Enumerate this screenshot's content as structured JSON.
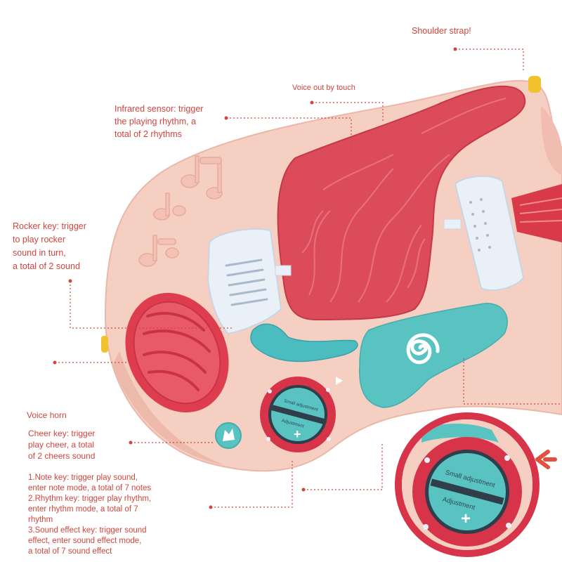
{
  "callouts": {
    "shoulder_strap": "Shoulder strap!",
    "voice_touch": "Voice out by touch",
    "infrared": "Infrared sensor: trigger\nthe playing rhythm, a\ntotal of 2 rhythms",
    "rocker": "Rocker key: trigger\nto play rocker\nsound in turn,\na total of 2 sound",
    "horn": "Voice horn",
    "cheer": "Cheer key: trigger\nplay cheer, a total\nof 2 cheers sound",
    "keys": "1.Note key: trigger play sound,\nenter note mode, a total of 7 notes\n2.Rhythm key: trigger play rhythm,\nenter rhythm mode, a total of 7\nrhythm\n3.Sound effect key: trigger sound\neffect, enter sound effect mode,\na total of 7 sound effect"
  },
  "dial": {
    "top_label": "Small adjustment",
    "bottom_label": "Adjustment",
    "plus": "+"
  },
  "colors": {
    "callout_text": "#d0453c",
    "body": "#f6cfc3",
    "flame_pad": "#dc4b5a",
    "teal": "#58c3c0",
    "white_key": "#e9f0f8",
    "dial_ring": "#d7344a"
  },
  "icons": [
    "music-notes-emboss",
    "flame-pattern",
    "spiral-icon",
    "clap-hands-icon",
    "plus-icon",
    "arrow-left-icon"
  ]
}
